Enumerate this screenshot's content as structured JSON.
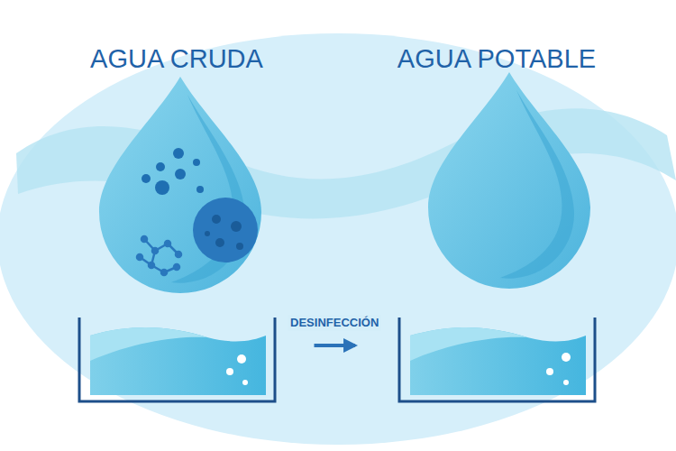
{
  "diagram": {
    "nodes": [
      {
        "text": [
          "AGUA CRUDA"
        ]
      },
      {
        "text": [
          "AGUA POTABLE"
        ]
      }
    ],
    "edges": [
      {
        "from": 0,
        "to": 1,
        "arrow": "to",
        "label": "DESINFECCIÓN"
      }
    ]
  }
}
